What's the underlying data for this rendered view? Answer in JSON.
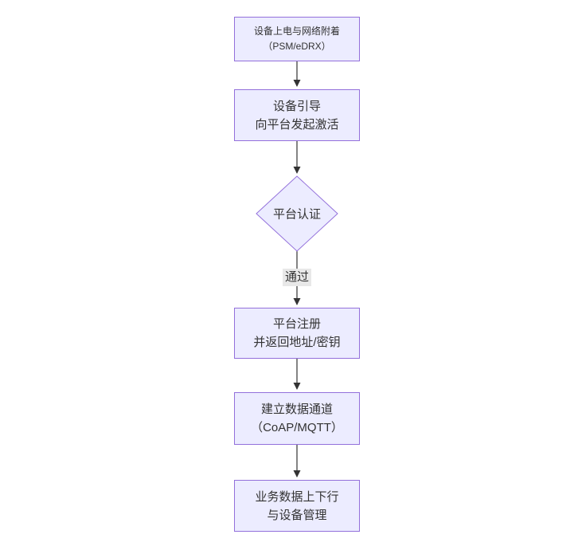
{
  "diagram": {
    "type": "flowchart",
    "direction": "top-down",
    "background": "#ffffff",
    "colors": {
      "node_fill": "#ECECFF",
      "node_border": "#9370DB",
      "arrow": "#333333",
      "text": "#333333",
      "edge_label_bg": "#e8e8e8"
    },
    "nodes": [
      {
        "id": "A",
        "shape": "rect",
        "lines": [
          "设备上电与网络附着",
          "（PSM/eDRX）"
        ]
      },
      {
        "id": "B",
        "shape": "rect",
        "lines": [
          "设备引导",
          "向平台发起激活"
        ]
      },
      {
        "id": "C",
        "shape": "diamond",
        "lines": [
          "平台认证"
        ]
      },
      {
        "id": "D",
        "shape": "rect",
        "lines": [
          "平台注册",
          "并返回地址/密钥"
        ]
      },
      {
        "id": "E",
        "shape": "rect",
        "lines": [
          "建立数据通道",
          "（CoAP/MQTT）"
        ]
      },
      {
        "id": "F",
        "shape": "rect",
        "lines": [
          "业务数据上下行",
          "与设备管理"
        ]
      }
    ],
    "edges": [
      {
        "from": "A",
        "to": "B",
        "label": ""
      },
      {
        "from": "B",
        "to": "C",
        "label": ""
      },
      {
        "from": "C",
        "to": "D",
        "label": "通过"
      },
      {
        "from": "D",
        "to": "E",
        "label": ""
      },
      {
        "from": "E",
        "to": "F",
        "label": ""
      }
    ]
  }
}
